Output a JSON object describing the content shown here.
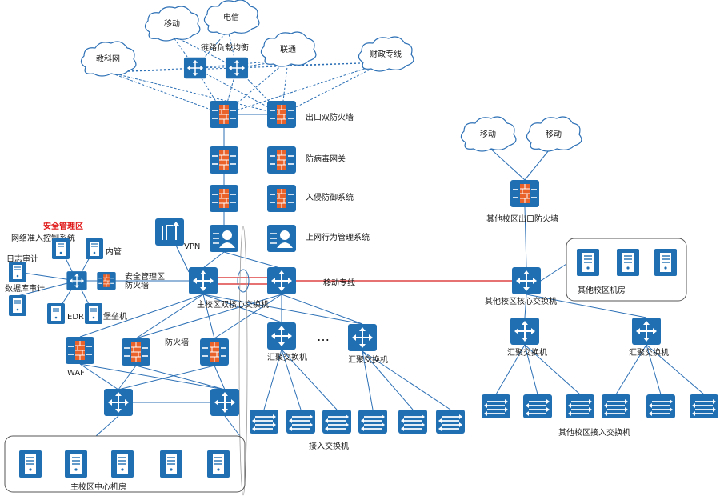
{
  "colors": {
    "device_blue": "#1f6fb2",
    "line_blue": "#2b6fb5",
    "dedicated_red": "#d81e1e",
    "firewall_orange": "#e8622a",
    "label_red": "#e01818"
  },
  "clouds": {
    "mobile": "移动",
    "telecom": "电信",
    "edu_net": "教科网",
    "unicom": "联通",
    "finance": "财政专线",
    "branch_mobile_1": "移动",
    "branch_mobile_2": "移动"
  },
  "labels": {
    "load_balancer": "链路负载均衡",
    "egress_firewall": "出口双防火墙",
    "antivirus_gateway": "防病毒网关",
    "ips": "入侵防御系统",
    "behavior_mgmt": "上网行为管理系统",
    "vpn": "VPN",
    "security_zone_title": "安全管理区",
    "nac": "网络准入控制系统",
    "log_audit": "日志审计",
    "db_audit": "数据库审计",
    "intranet": "内管",
    "edr": "EDR",
    "bastion": "堡垒机",
    "security_zone_firewall": "安全管理区\n防火墙",
    "core_dual": "主校区双核心交换机",
    "mobile_line": "移动专线",
    "dc_firewall": "防火墙",
    "waf": "WAF",
    "aggregation_1": "汇聚交换机",
    "aggregation_2": "汇聚交换机",
    "ellipsis": "…",
    "access_main": "接入交换机",
    "main_datacenter": "主校区中心机房",
    "branch_firewall": "其他校区出口防火墙",
    "branch_core": "其他校区核心交换机",
    "branch_room": "其他校区机房",
    "branch_agg_1": "汇聚交换机",
    "branch_agg_2": "汇聚交换机",
    "branch_access": "其他校区接入交换机"
  }
}
